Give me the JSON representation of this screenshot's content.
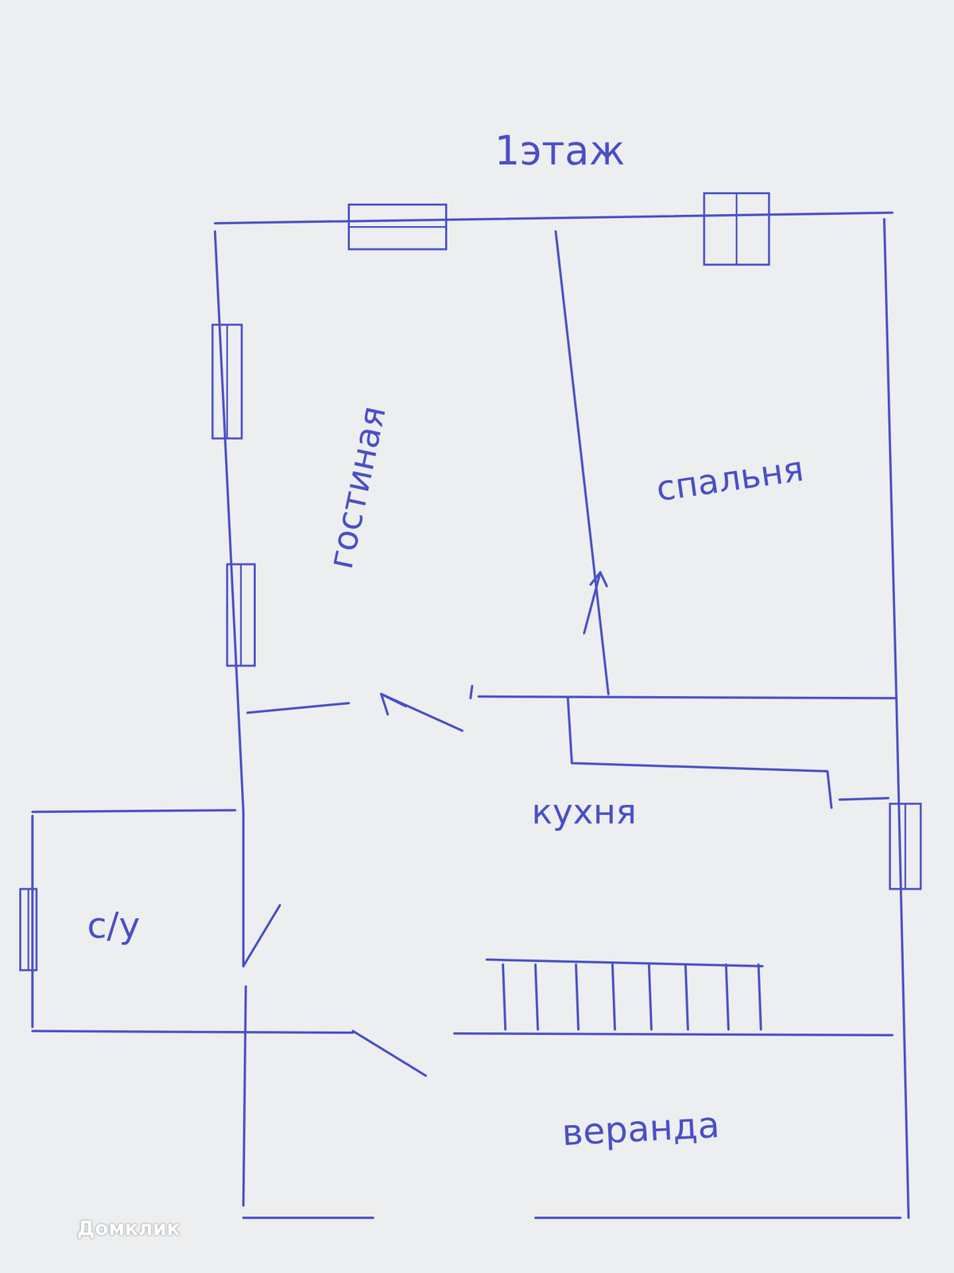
{
  "diagram": {
    "title": "1этаж",
    "nodes": [
      {
        "text": [
          "гостиная"
        ]
      },
      {
        "text": [
          "спальня"
        ]
      },
      {
        "text": [
          "кухня"
        ]
      },
      {
        "text": [
          "с/у"
        ]
      },
      {
        "text": [
          "веранда"
        ]
      }
    ],
    "labels": [
      "Домклик"
    ]
  }
}
